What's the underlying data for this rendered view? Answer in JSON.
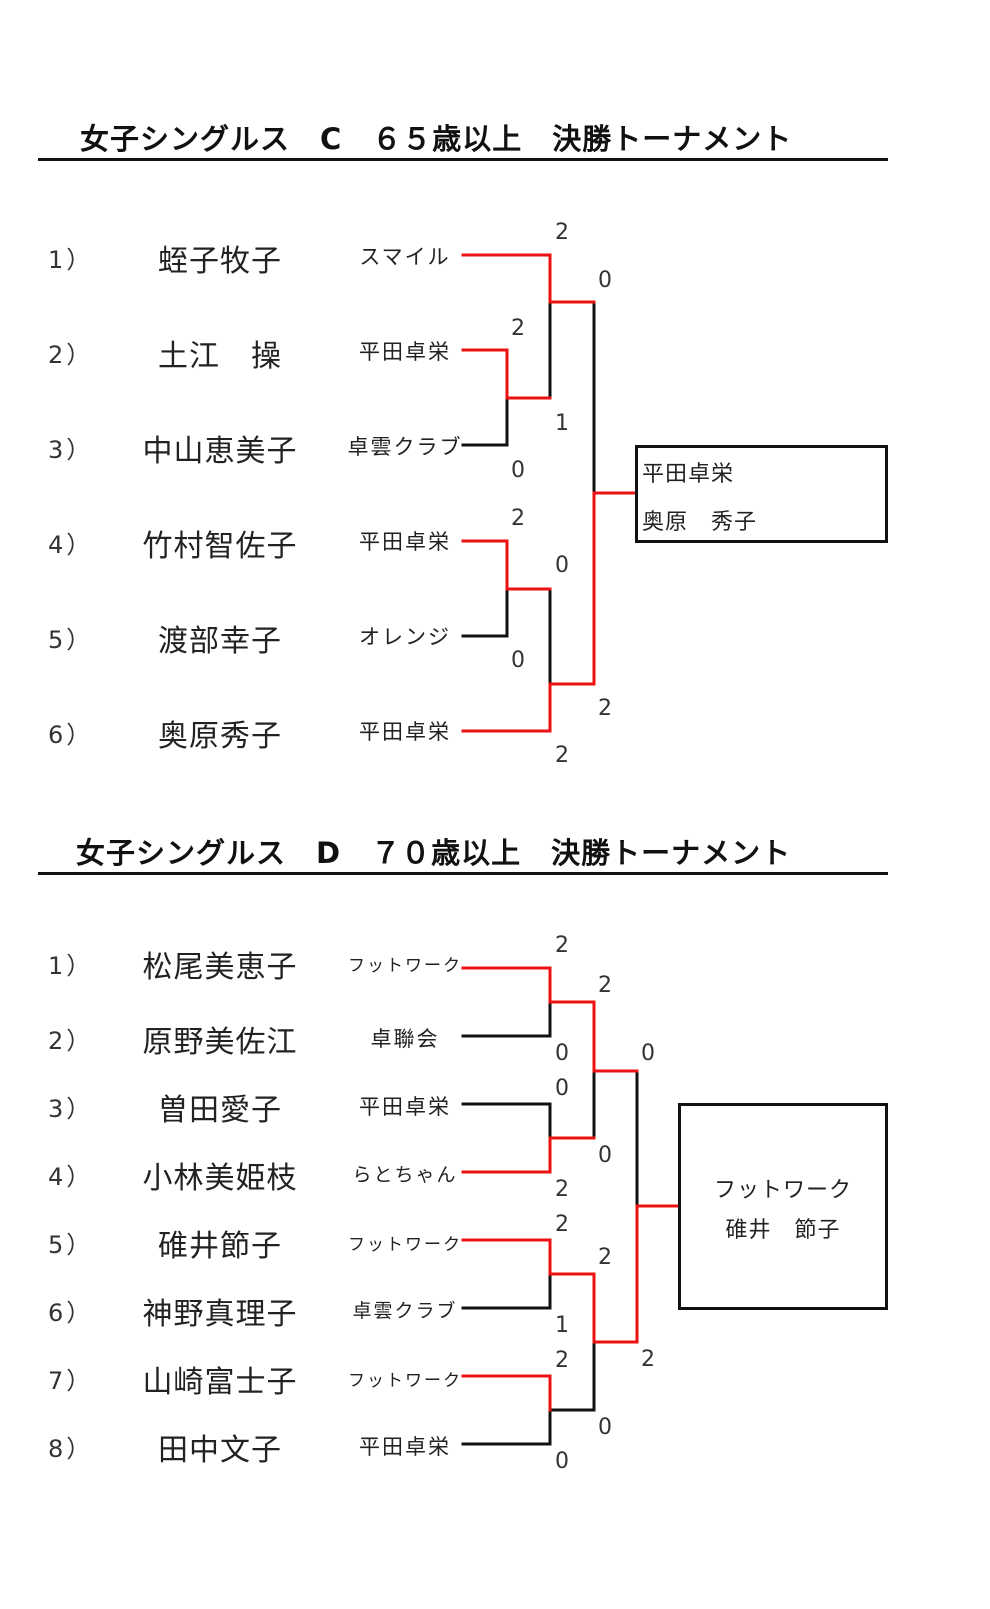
{
  "sections": [
    {
      "title": "女子シングルス　C　６５歳以上　決勝トーナメント",
      "players": [
        {
          "seed": "1）",
          "name": "蛭子牧子",
          "club": "スマイル"
        },
        {
          "seed": "2）",
          "name": "土江　操",
          "club": "平田卓栄"
        },
        {
          "seed": "3）",
          "name": "中山恵美子",
          "club": "卓雲クラブ"
        },
        {
          "seed": "4）",
          "name": "竹村智佐子",
          "club": "平田卓栄"
        },
        {
          "seed": "5）",
          "name": "渡部幸子",
          "club": "オレンジ"
        },
        {
          "seed": "6）",
          "name": "奥原秀子",
          "club": "平田卓栄"
        }
      ],
      "scores": [
        "2",
        "0",
        "2",
        "1",
        "0",
        "2",
        "0",
        "0",
        "2",
        "2"
      ],
      "winner": {
        "club": "平田卓栄",
        "name": "奥原　秀子"
      }
    },
    {
      "title": "女子シングルス　D　７０歳以上　決勝トーナメント",
      "players": [
        {
          "seed": "1）",
          "name": "松尾美恵子",
          "club": "フットワーク"
        },
        {
          "seed": "2）",
          "name": "原野美佐江",
          "club": "卓聯会"
        },
        {
          "seed": "3）",
          "name": "曽田愛子",
          "club": "平田卓栄"
        },
        {
          "seed": "4）",
          "name": "小林美姫枝",
          "club": "らとちゃん"
        },
        {
          "seed": "5）",
          "name": "碓井節子",
          "club": "フットワーク"
        },
        {
          "seed": "6）",
          "name": "神野真理子",
          "club": "卓雲クラブ"
        },
        {
          "seed": "7）",
          "name": "山崎富士子",
          "club": "フットワーク"
        },
        {
          "seed": "8）",
          "name": "田中文子",
          "club": "平田卓栄"
        }
      ],
      "scores": [
        "2",
        "2",
        "0",
        "0",
        "0",
        "0",
        "2",
        "2",
        "2",
        "1",
        "2",
        "2",
        "0",
        "0"
      ],
      "winner": {
        "club": "フットワーク",
        "name": "碓井　節子"
      }
    }
  ],
  "colors": {
    "win_line": "#ee1111",
    "line": "#111111"
  }
}
